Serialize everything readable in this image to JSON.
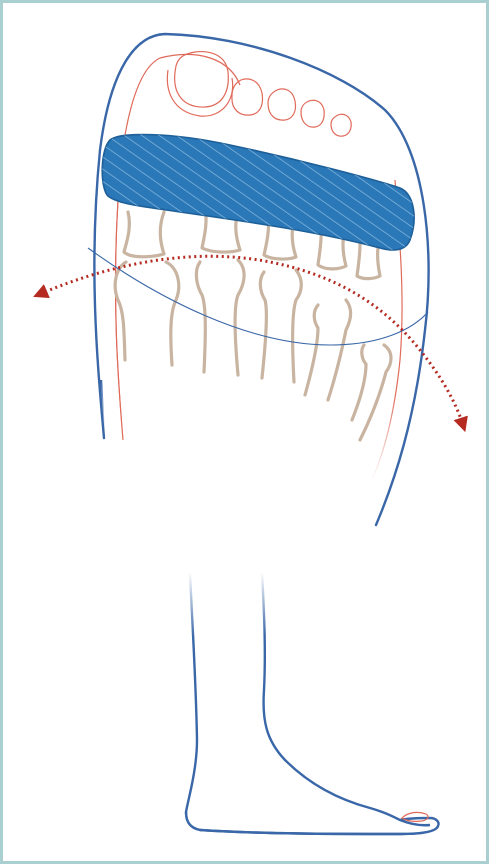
{
  "figure": {
    "kind": "anatomical-illustration",
    "subject": "foot",
    "views": [
      "plantar-view",
      "side-view"
    ],
    "has_text": false
  },
  "colors": {
    "frame_border": "#a9cfd0",
    "outline": "#3a67a8",
    "skin_inner_line": "#e06a5a",
    "bones": "#c8b4a0",
    "pad_fill": "#2a78b8",
    "pad_stroke": "#1d5f98",
    "pad_hatch": "#9cc6e6",
    "arch_line": "#3a67a8",
    "flex_arrow": "#b52b22"
  },
  "legend": []
}
